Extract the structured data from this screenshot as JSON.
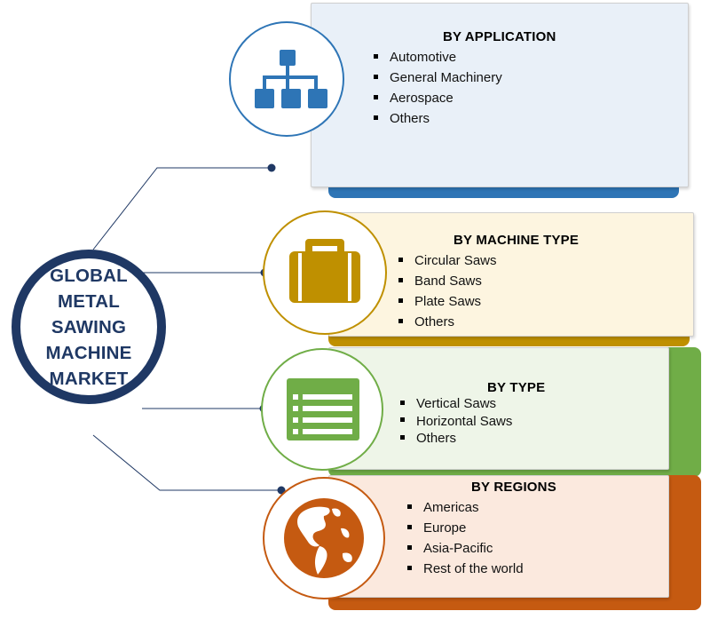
{
  "center": {
    "title": "GLOBAL METAL\nSAWING\nMACHINE\nMARKET"
  },
  "segments": [
    {
      "title": "BY APPLICATION",
      "color": "#2e75b6",
      "icon": "hierarchy-icon",
      "items": [
        "Automotive",
        "General Machinery",
        "Aerospace",
        "Others"
      ]
    },
    {
      "title": "BY MACHINE TYPE",
      "color": "#bf9000",
      "icon": "briefcase-icon",
      "items": [
        "Circular Saws",
        "Band Saws",
        "Plate Saws",
        "Others"
      ]
    },
    {
      "title": "BY TYPE",
      "color": "#70ad47",
      "icon": "list-icon",
      "items": [
        "Vertical Saws",
        "Horizontal Saws",
        "Others"
      ]
    },
    {
      "title": "BY REGIONS",
      "color": "#c55a11",
      "icon": "globe-icon",
      "items": [
        "Americas",
        "Europe",
        "Asia-Pacific",
        "Rest of the world"
      ]
    }
  ]
}
